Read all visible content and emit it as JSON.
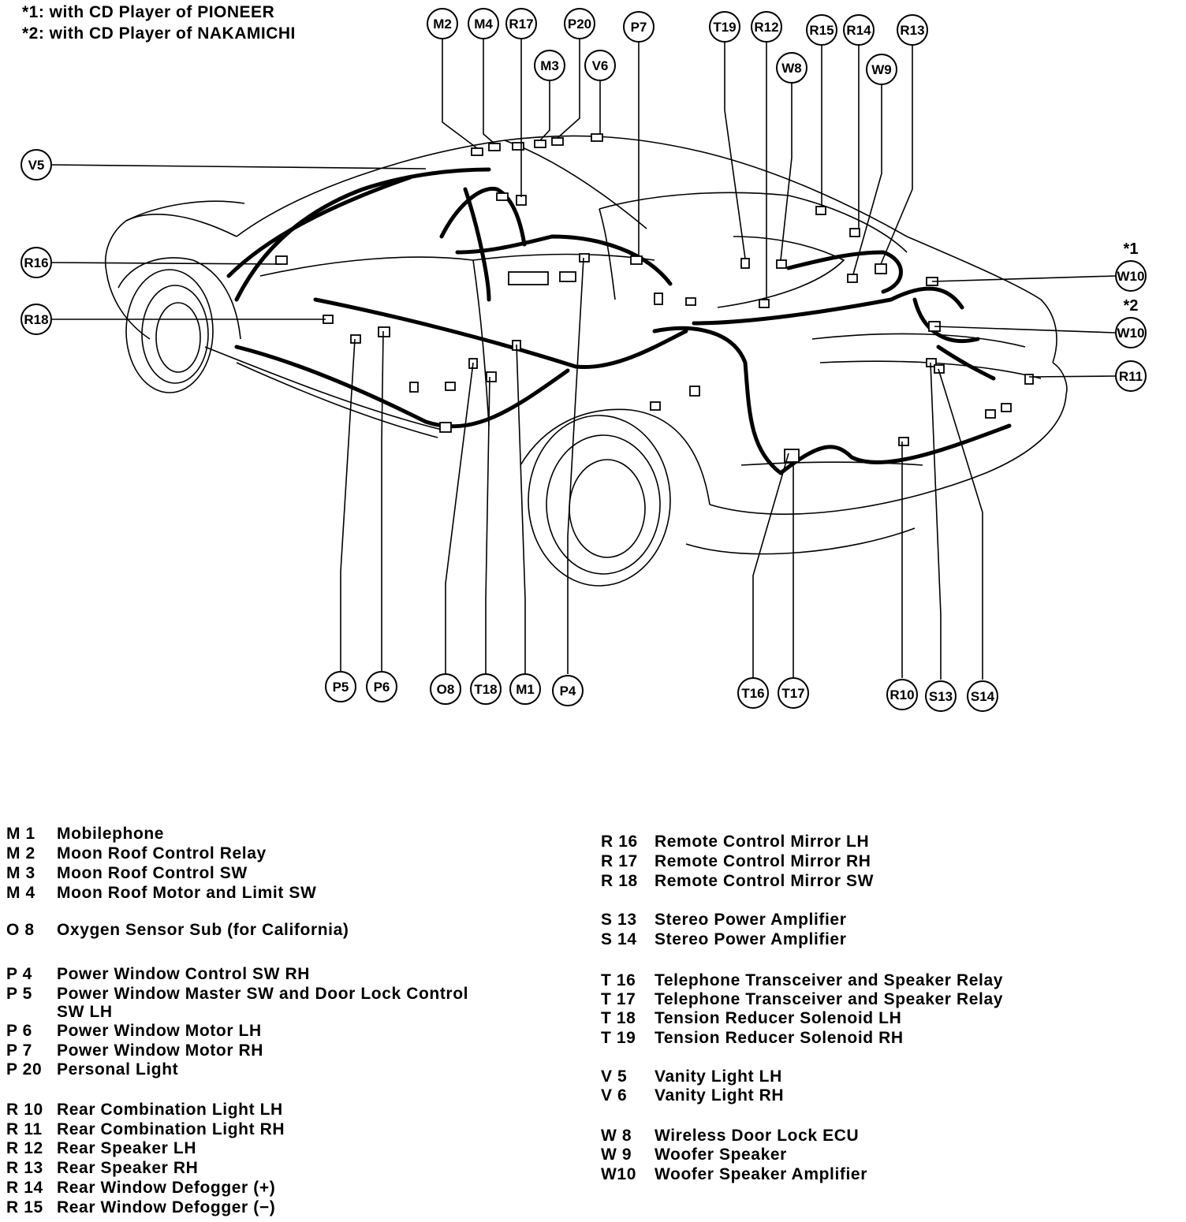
{
  "notes": [
    "*1: with CD Player of PIONEER",
    "*2: with CD Player of NAKAMICHI"
  ],
  "variant_marks": {
    "w10_a": "*1",
    "w10_b": "*2"
  },
  "callouts": {
    "M2": "M2",
    "M4": "M4",
    "R17": "R17",
    "P20": "P20",
    "P7": "P7",
    "M3": "M3",
    "V6": "V6",
    "T19": "T19",
    "R12": "R12",
    "R15": "R15",
    "R14": "R14",
    "R13": "R13",
    "W8": "W8",
    "W9": "W9",
    "V5": "V5",
    "R16": "R16",
    "R18": "R18",
    "W10a": "W10",
    "W10b": "W10",
    "R11": "R11",
    "P5": "P5",
    "P6": "P6",
    "O8": "O8",
    "T18": "T18",
    "M1": "M1",
    "P4": "P4",
    "T16": "T16",
    "T17": "T17",
    "R10": "R10",
    "S13": "S13",
    "S14": "S14"
  },
  "legend_left": [
    {
      "code": "M 1",
      "desc": "Mobilephone"
    },
    {
      "code": "M 2",
      "desc": "Moon Roof Control Relay"
    },
    {
      "code": "M 3",
      "desc": "Moon Roof Control SW"
    },
    {
      "code": "M 4",
      "desc": "Moon Roof Motor and Limit SW"
    },
    {
      "code": "O 8",
      "desc": "Oxygen Sensor Sub (for California)"
    },
    {
      "code": "P 4",
      "desc": "Power Window Control SW RH"
    },
    {
      "code": "P 5",
      "desc": "Power Window Master SW and Door Lock Control"
    },
    {
      "code": "",
      "desc": "SW LH"
    },
    {
      "code": "P 6",
      "desc": "Power Window Motor LH"
    },
    {
      "code": "P 7",
      "desc": "Power Window Motor RH"
    },
    {
      "code": "P 20",
      "desc": "Personal Light"
    },
    {
      "code": "R 10",
      "desc": "Rear Combination Light LH"
    },
    {
      "code": "R 11",
      "desc": "Rear Combination Light RH"
    },
    {
      "code": "R 12",
      "desc": "Rear Speaker LH"
    },
    {
      "code": "R 13",
      "desc": "Rear Speaker RH"
    },
    {
      "code": "R 14",
      "desc": "Rear Window Defogger (+)"
    },
    {
      "code": "R 15",
      "desc": "Rear Window Defogger (−)"
    }
  ],
  "legend_right": [
    {
      "code": "R 16",
      "desc": "Remote Control Mirror LH"
    },
    {
      "code": "R 17",
      "desc": "Remote Control Mirror RH"
    },
    {
      "code": "R 18",
      "desc": "Remote Control Mirror SW"
    },
    {
      "code": "S 13",
      "desc": "Stereo Power Amplifier"
    },
    {
      "code": "S 14",
      "desc": "Stereo Power Amplifier"
    },
    {
      "code": "T 16",
      "desc": "Telephone Transceiver and Speaker Relay"
    },
    {
      "code": "T 17",
      "desc": "Telephone Transceiver and Speaker Relay"
    },
    {
      "code": "T 18",
      "desc": "Tension Reducer Solenoid LH"
    },
    {
      "code": "T 19",
      "desc": "Tension Reducer Solenoid RH"
    },
    {
      "code": "V 5",
      "desc": "Vanity Light LH"
    },
    {
      "code": "V 6",
      "desc": "Vanity Light RH"
    },
    {
      "code": "W 8",
      "desc": "Wireless Door Lock ECU"
    },
    {
      "code": "W 9",
      "desc": "Woofer Speaker"
    },
    {
      "code": "W10",
      "desc": "Woofer Speaker Amplifier"
    }
  ]
}
